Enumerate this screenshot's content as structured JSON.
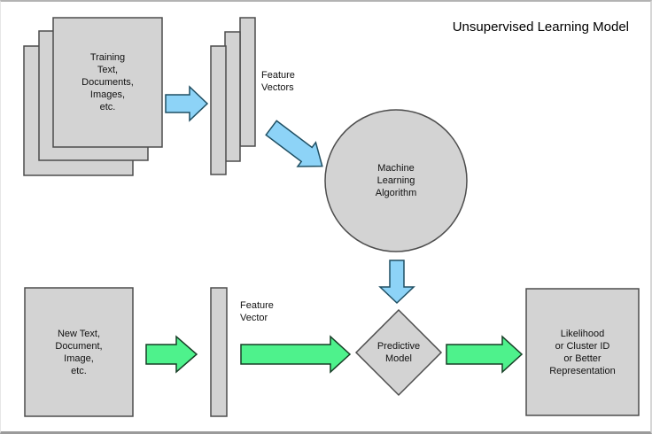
{
  "title": "Unsupervised Learning Model",
  "colors": {
    "node_fill": "#d3d3d3",
    "node_stroke": "#4d4d4d",
    "blue_fill": "#8dd3f7",
    "blue_stroke": "#1f4f63",
    "green_fill": "#4ef28c",
    "green_stroke": "#173f26",
    "background": "#ffffff"
  },
  "nodes": {
    "training_docs": {
      "label": "Training\nText,\nDocuments,\nImages,\netc."
    },
    "feature_vectors": {
      "label": "Feature\nVectors"
    },
    "ml_algorithm": {
      "label": "Machine\nLearning\nAlgorithm"
    },
    "new_input": {
      "label": "New Text,\nDocument,\nImage,\netc."
    },
    "feature_vector": {
      "label": "Feature\nVector"
    },
    "predictive_model": {
      "label": "Predictive\nModel"
    },
    "output": {
      "label": "Likelihood\nor Cluster ID\nor Better\nRepresentation"
    }
  }
}
